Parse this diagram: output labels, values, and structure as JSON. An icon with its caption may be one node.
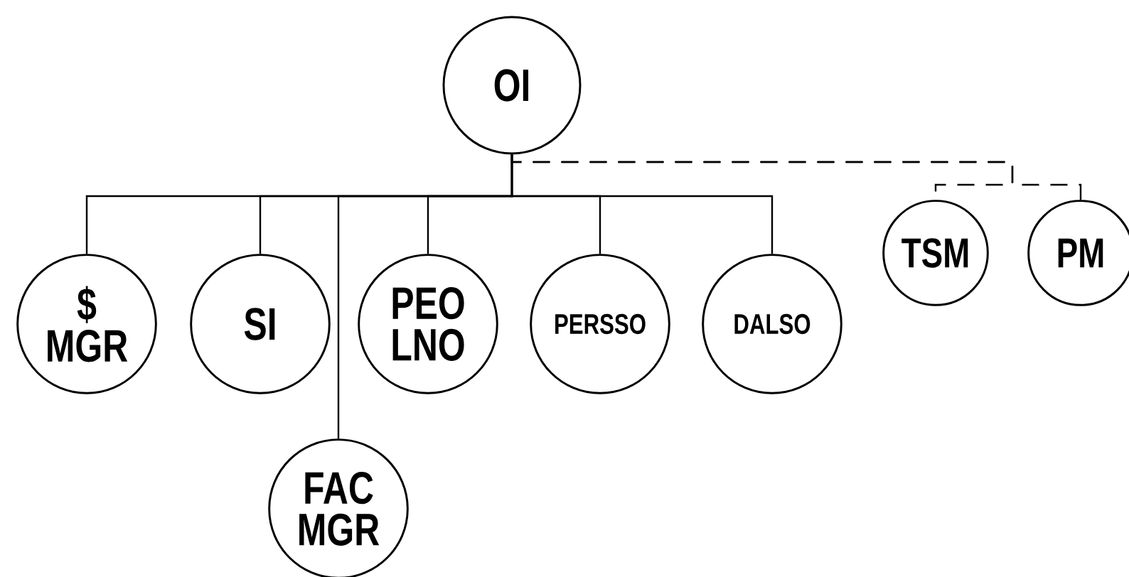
{
  "diagram": {
    "nodes": [
      {
        "text": [
          "OI"
        ]
      },
      {
        "text": [
          "$ MGR"
        ]
      },
      {
        "text": [
          "SI"
        ]
      },
      {
        "text": [
          "FAC MGR"
        ]
      },
      {
        "text": [
          "PEO LNO"
        ]
      },
      {
        "text": [
          "PERSSO"
        ]
      },
      {
        "text": [
          "DALSO"
        ]
      },
      {
        "text": [
          "TSM"
        ]
      },
      {
        "text": [
          "PM"
        ]
      }
    ],
    "edges": [
      {
        "from": 0,
        "to": 1,
        "arrow": "none"
      },
      {
        "from": 0,
        "to": 2,
        "arrow": "none"
      },
      {
        "from": 0,
        "to": 3,
        "arrow": "none"
      },
      {
        "from": 0,
        "to": 4,
        "arrow": "none"
      },
      {
        "from": 0,
        "to": 5,
        "arrow": "none"
      },
      {
        "from": 0,
        "to": 6,
        "arrow": "none"
      },
      {
        "from": 0,
        "to": 7,
        "arrow": "none",
        "style": "dashed"
      },
      {
        "from": 0,
        "to": 8,
        "arrow": "none",
        "style": "dashed"
      }
    ]
  }
}
